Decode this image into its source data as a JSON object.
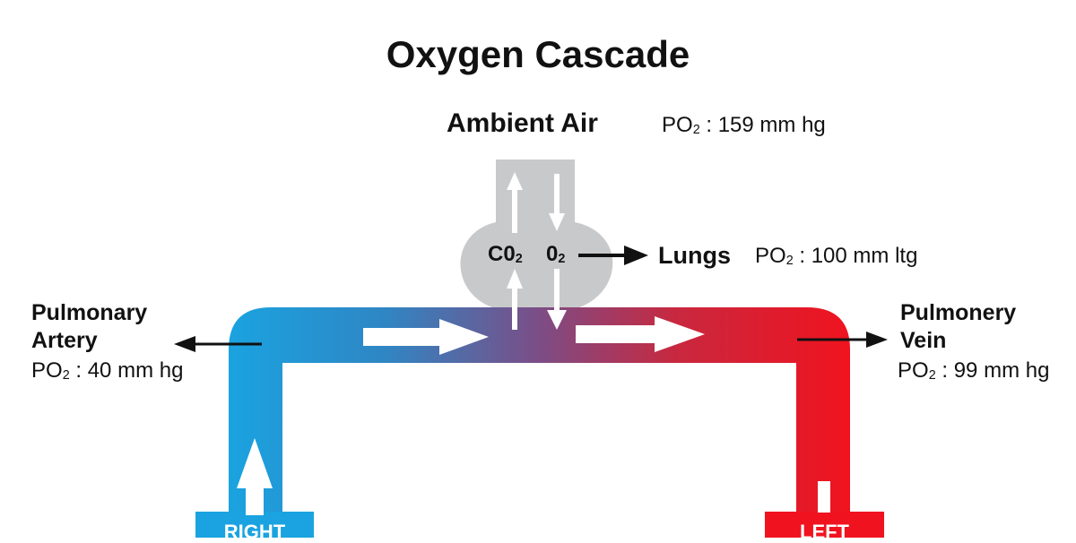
{
  "title": "Oxygen Cascade",
  "ambient": {
    "label": "Ambient Air",
    "value_prefix": "PO",
    "value_suffix": " : 159 mm hg"
  },
  "lungs": {
    "label": "Lungs",
    "value_prefix": "PO",
    "value_suffix": " : 100 mm ltg"
  },
  "gas_exchange": {
    "co2_prefix": "C0",
    "o2_prefix": "0",
    "sub": "2"
  },
  "pulmonary_artery": {
    "line1": "Pulmonary",
    "line2": "Artery",
    "value_prefix": "PO",
    "value_suffix": " : 40 mm hg"
  },
  "pulmonary_vein": {
    "line1": "Pulmonery",
    "line2": "Vein",
    "value_prefix": "PO",
    "value_suffix": " : 99 mm hg"
  },
  "heart": {
    "right": "RIGHT",
    "left": "LEFT"
  },
  "sub2": "2",
  "colors": {
    "blue": "#1aa3e0",
    "purple": "#7c4d86",
    "red": "#f0131f",
    "gray": "#c8c9cb"
  }
}
